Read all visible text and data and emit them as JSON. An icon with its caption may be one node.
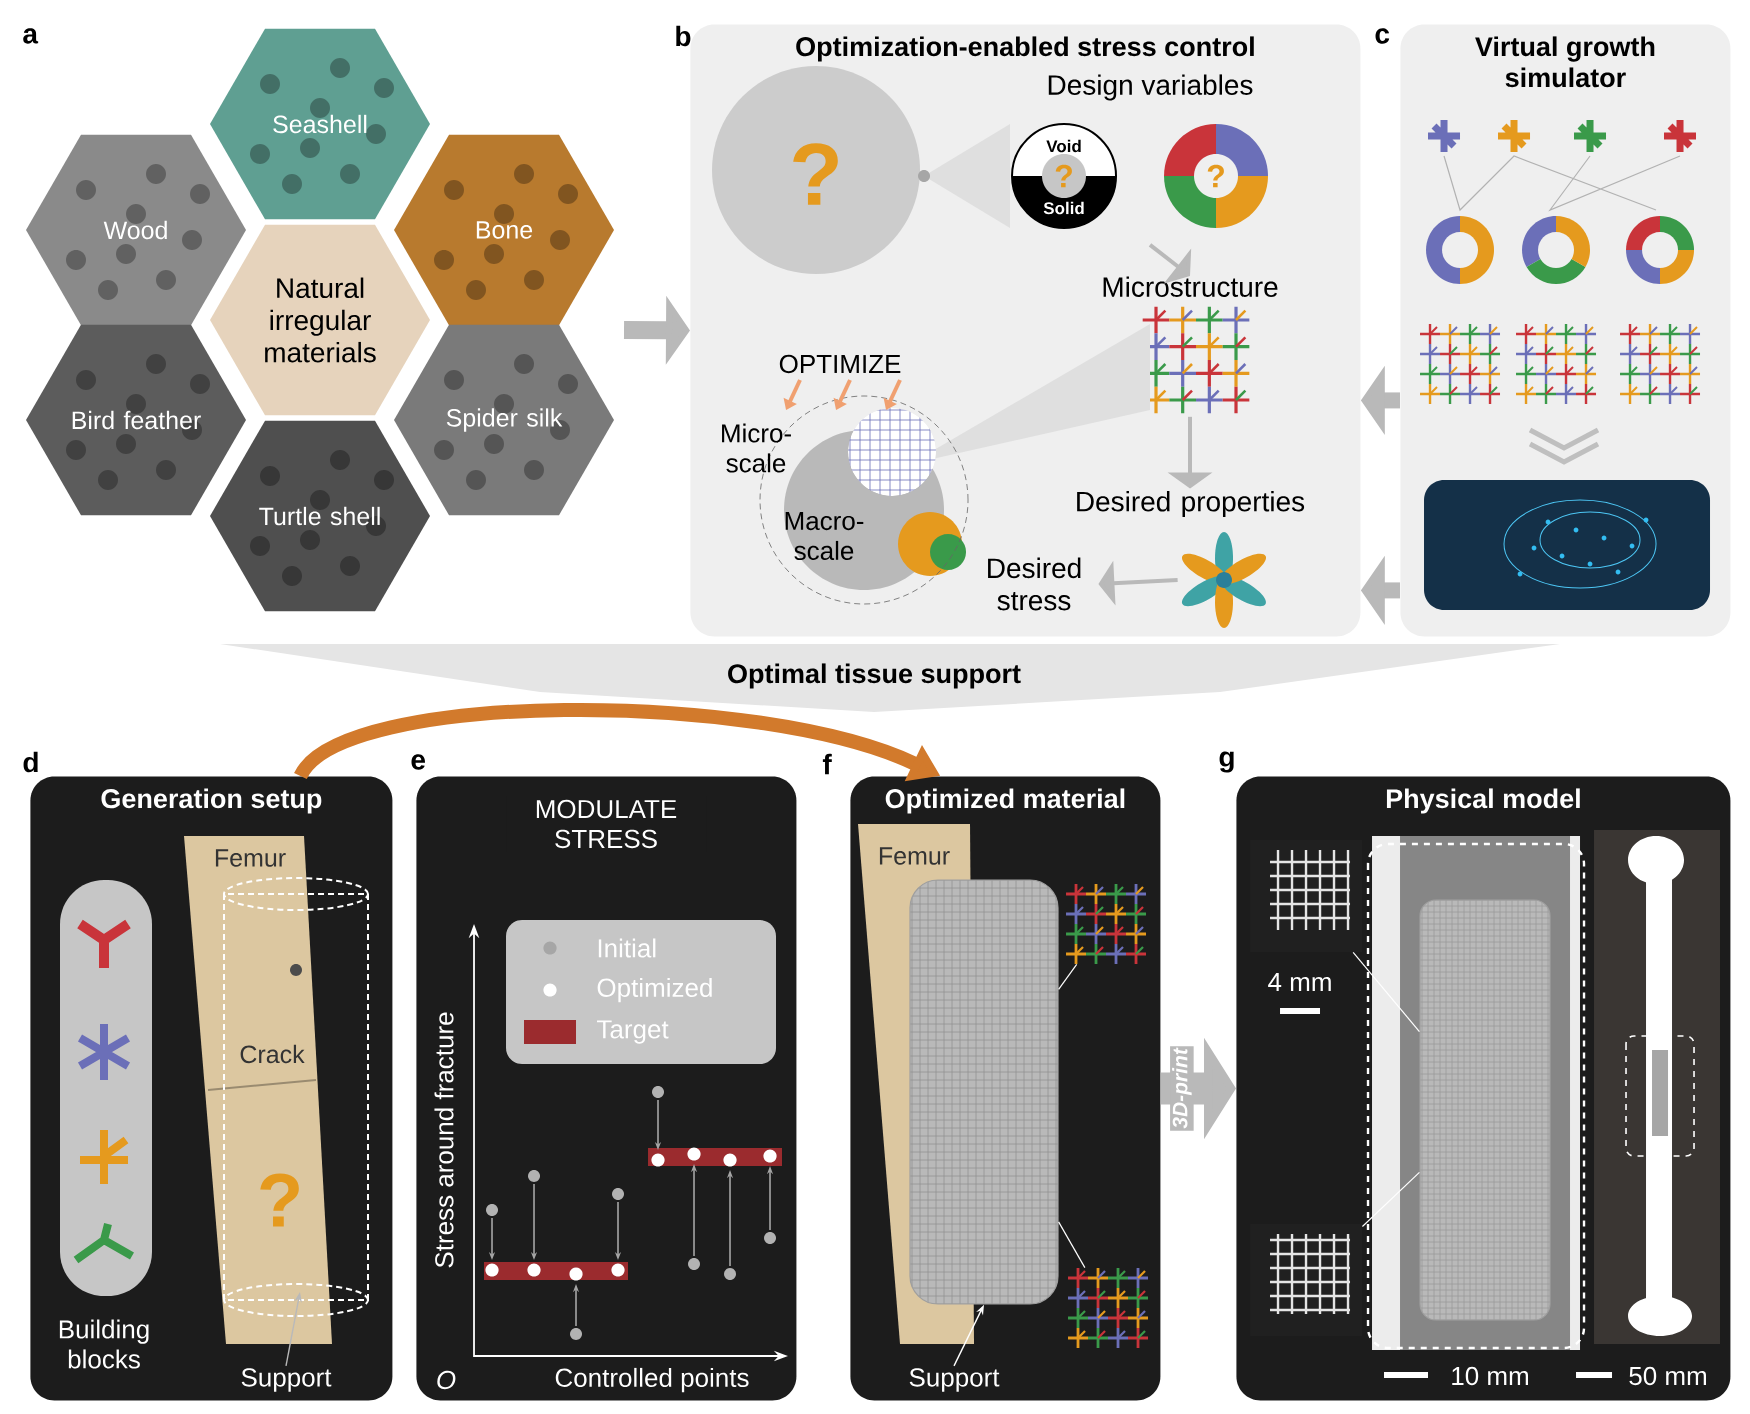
{
  "diagram": {
    "nodes": [
      {
        "text": [
          "Seashell"
        ]
      },
      {
        "text": [
          "Wood"
        ]
      },
      {
        "text": [
          "Natural irregular materials"
        ]
      },
      {
        "text": [
          "Bone"
        ]
      },
      {
        "text": [
          "Bird feather"
        ]
      },
      {
        "text": [
          "Spider silk"
        ]
      },
      {
        "text": [
          "Turtle shell"
        ]
      },
      {
        "text": [
          "Optimization-enabled stress control"
        ]
      },
      {
        "text": [
          "Design variables"
        ],
        "in": 7
      },
      {
        "text": [
          "Microstructure"
        ],
        "in": 7
      },
      {
        "text": [
          "Desired properties"
        ],
        "in": 7
      },
      {
        "text": [],
        "shape": "picture",
        "in": 7
      },
      {
        "text": [
          "Desired stress"
        ],
        "in": 7
      },
      {
        "text": [
          "Virtual growth simulator"
        ]
      },
      {
        "text": [
          "Optimal tissue support"
        ]
      },
      {
        "text": [
          "Generation setup"
        ]
      },
      {
        "text": [
          "Building blocks"
        ],
        "in": 15
      },
      {
        "text": [
          "Support"
        ],
        "in": 15
      },
      {
        "text": [],
        "shape": "box"
      },
      {
        "text": [
          "Optimized material"
        ]
      },
      {
        "text": [
          "Support"
        ],
        "in": 19
      },
      {
        "text": [
          "Physical model"
        ]
      },
      {
        "text": [],
        "shape": "cylinder",
        "in": 19
      },
      {
        "text": [],
        "shape": "picture",
        "in": 19
      },
      {
        "text": [],
        "shape": "picture",
        "in": 19
      },
      {
        "text": [],
        "shape": "picture",
        "in": 21
      },
      {
        "text": [],
        "shape": "picture",
        "in": 21
      },
      {
        "text": [],
        "shape": "box",
        "in": 21
      }
    ],
    "edges": [
      {
        "from": null,
        "to": 7,
        "arrow": "to",
        "style": "thick"
      },
      {
        "from": 8,
        "to": 9,
        "arrow": "to"
      },
      {
        "from": 9,
        "to": 10,
        "arrow": "to"
      },
      {
        "from": 11,
        "to": 12,
        "arrow": "to"
      },
      {
        "from": 13,
        "to": 7,
        "arrow": "to",
        "style": "thick"
      },
      {
        "from": 13,
        "to": 7,
        "arrow": "to",
        "style": "thick"
      },
      {
        "from": 15,
        "to": 19,
        "arrow": "to",
        "label": "MODULATE STRESS",
        "style": "thick",
        "color": "#d27a2c"
      },
      {
        "from": 19,
        "to": 21,
        "arrow": "to",
        "label": "3D-print",
        "style": "thick"
      },
      {
        "from": 17,
        "to": null,
        "arrow": "to"
      },
      {
        "from": 20,
        "to": 22,
        "arrow": "to",
        "color": "#ffffff"
      },
      {
        "from": 22,
        "to": 23,
        "arrow": "none",
        "color": "#ffffff"
      },
      {
        "from": 22,
        "to": 24,
        "arrow": "none",
        "color": "#ffffff"
      },
      {
        "from": 27,
        "to": 25,
        "arrow": "none",
        "color": "#ffffff"
      },
      {
        "from": 27,
        "to": 26,
        "arrow": "none",
        "color": "#ffffff"
      }
    ],
    "labels": [
      "a",
      "b",
      "c",
      "?",
      "Void",
      "?",
      "Solid",
      "?",
      "OPTIMIZE",
      "Micro-scale",
      "Macro-scale",
      "d",
      "e",
      "f",
      "g",
      "Femur",
      "Crack",
      "?",
      "Stress around fracture",
      "O",
      "Controlled points",
      "Femur",
      "4 mm",
      "10 mm",
      "50 mm"
    ],
    "legend": [
      {
        "text": "Initial"
      },
      {
        "text": "Optimized"
      },
      {
        "text": "Target",
        "color": "#9b2b2e"
      }
    ]
  }
}
